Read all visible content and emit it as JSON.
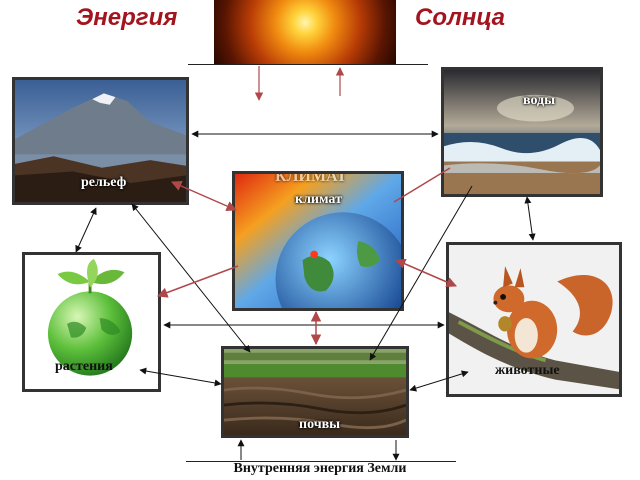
{
  "title": {
    "left": "Энергия",
    "right": "Солнца"
  },
  "nodes": {
    "relief": {
      "label": "рельеф"
    },
    "water": {
      "label": "воды"
    },
    "climate": {
      "label": "климат",
      "faded_label": "КЛИМАТ"
    },
    "plants": {
      "label": "растения"
    },
    "animals": {
      "label": "животные"
    },
    "soil": {
      "label": "почвы"
    }
  },
  "bottom_label": "Внутренняя энергия Земли",
  "colors": {
    "title": "#a3141e",
    "black_link": "#111111",
    "red_link": "#b0484a"
  }
}
